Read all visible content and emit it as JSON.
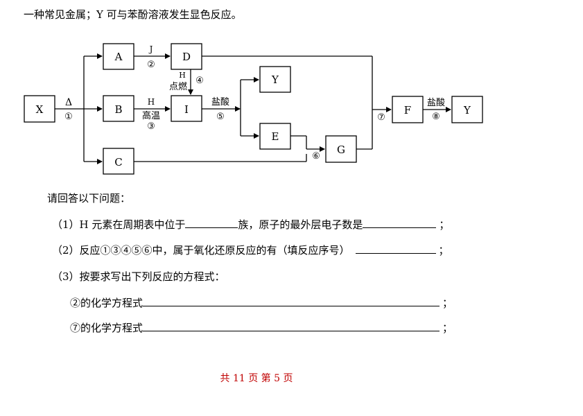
{
  "intro": "一种常见金属；Y 可与苯酚溶液发生显色反应。",
  "diagram": {
    "boxes": {
      "X": "X",
      "A": "A",
      "B": "B",
      "C": "C",
      "D": "D",
      "I": "I",
      "Y": "Y",
      "E": "E",
      "G": "G",
      "F": "F",
      "Y2": "Y"
    },
    "labels": {
      "delta": "Δ",
      "r1": "①",
      "J": "J",
      "r2": "②",
      "H_top": "H",
      "ignite": "点燃",
      "r4": "④",
      "H_mid": "H",
      "hightemp": "高温",
      "r3": "③",
      "hcl1": "盐酸",
      "r5": "⑤",
      "r6": "⑥",
      "r7": "⑦",
      "hcl2": "盐酸",
      "r8": "⑧"
    }
  },
  "questions": {
    "prompt": "请回答以下问题：",
    "q1a": "（1）H 元素在周期表中位于",
    "q1b": "族，原子的最外层电子数是",
    "q1c": "；",
    "q2a": "（2）反应①③④⑤⑥中，属于氧化还原反应的有（填反应序号）",
    "q2c": "；",
    "q3": "（3）按要求写出下列反应的方程式：",
    "q3a": "②的化学方程式",
    "q3a_end": "；",
    "q3b": "⑦的化学方程式",
    "q3b_end": "；"
  },
  "footer": "共 11 页 第 5 页"
}
